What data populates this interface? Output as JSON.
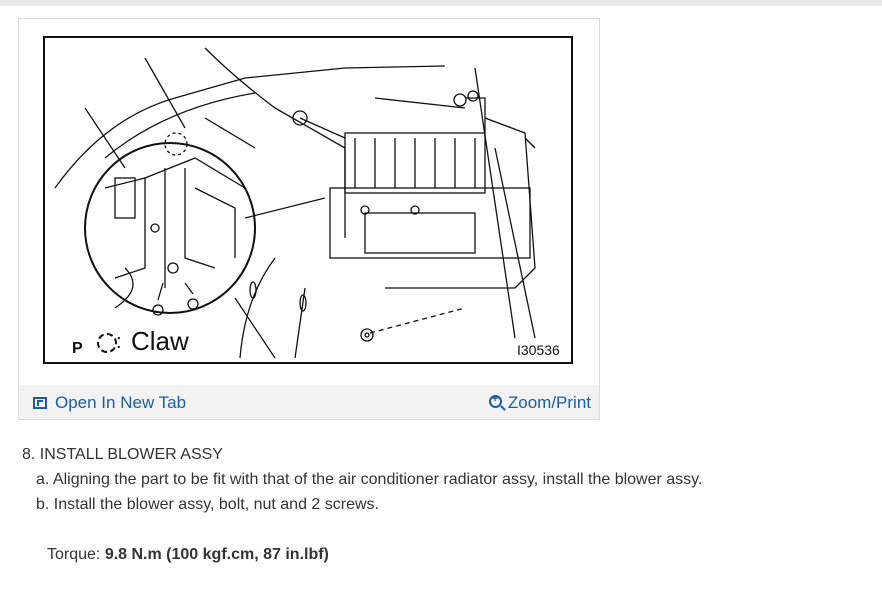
{
  "figure": {
    "legend_symbol": "P",
    "legend_label": "Claw",
    "figure_number": "I30536",
    "icon": "dashed-circle-claw-icon"
  },
  "actions": {
    "open_new_tab": "Open In New Tab",
    "zoom_print": "Zoom/Print",
    "open_icon": "open-new-tab-icon",
    "zoom_icon": "zoom-icon",
    "link_color": "#1a5ea8"
  },
  "procedure": {
    "title": "8. INSTALL BLOWER ASSY",
    "step_a": "a. Aligning the part to be fit with that of the air conditioner radiator assy, install the blower assy.",
    "step_b": "b. Install the blower assy, bolt, nut and 2 screws.",
    "torque_label": "Torque: ",
    "torque_value": "9.8 N.m (100 kgf.cm, 87 in.lbf)"
  }
}
